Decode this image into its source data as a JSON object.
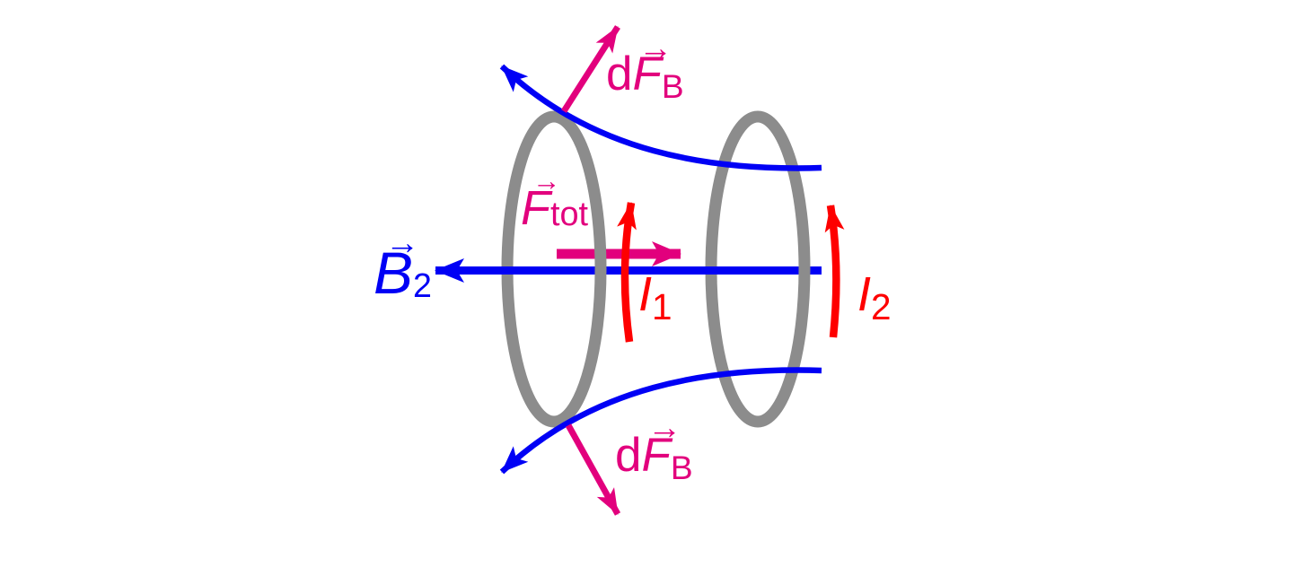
{
  "figure": {
    "background": "#ffffff",
    "vector_arrow_glyph": "→",
    "colors": {
      "field_blue": "#0000f5",
      "force_magenta": "#e2007d",
      "current_red": "#fe0000",
      "coil_gray": "#8c8c8c"
    },
    "labels": {
      "b2": {
        "base": "B",
        "sub": "2"
      },
      "ftot": {
        "base": "F",
        "sub": "tot"
      },
      "i1": {
        "base": "I",
        "sub": "1"
      },
      "i2": {
        "base": "I",
        "sub": "2"
      },
      "dfb_top": {
        "prefix": "d",
        "base": "F",
        "sub": "B"
      },
      "dfb_bottom": {
        "prefix": "d",
        "base": "F",
        "sub": "B"
      }
    }
  }
}
